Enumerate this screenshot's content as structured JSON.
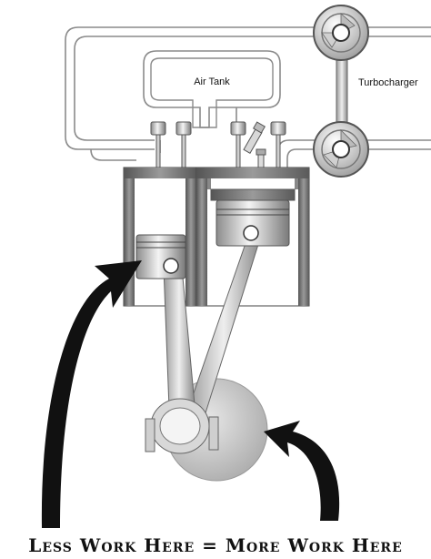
{
  "labels": {
    "air_tank": "Air Tank",
    "turbocharger": "Turbocharger"
  },
  "caption": "Less Work Here = More Work Here",
  "colors": {
    "pipe_stroke": "#8a8a8a",
    "metal_dark": "#6d6d6d",
    "metal_light": "#e6e6e6",
    "arrow_fill": "#111111",
    "crank_disc": "#c9c9c9"
  },
  "icons": {
    "turbine": "turbine-wheel-icon",
    "compressor": "compressor-wheel-icon"
  }
}
